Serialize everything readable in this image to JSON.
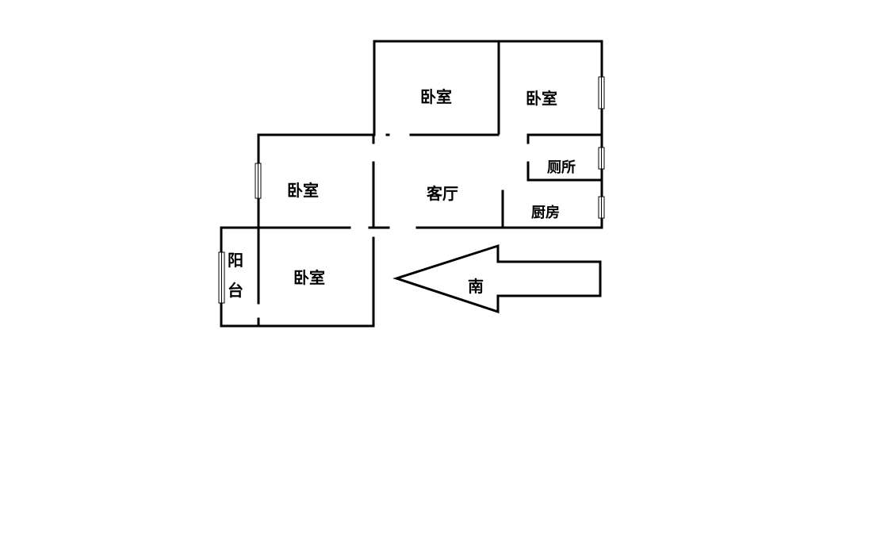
{
  "rooms": {
    "bedroom_top_left": "卧室",
    "bedroom_top_right": "卧室",
    "bedroom_mid_left": "卧室",
    "bedroom_bottom": "卧室",
    "living_room": "客厅",
    "toilet": "厕所",
    "kitchen": "厨房",
    "balcony_line1": "阳",
    "balcony_line2": "台"
  },
  "compass": {
    "label": "南"
  },
  "colors": {
    "wall": "#000000",
    "background": "#ffffff"
  }
}
